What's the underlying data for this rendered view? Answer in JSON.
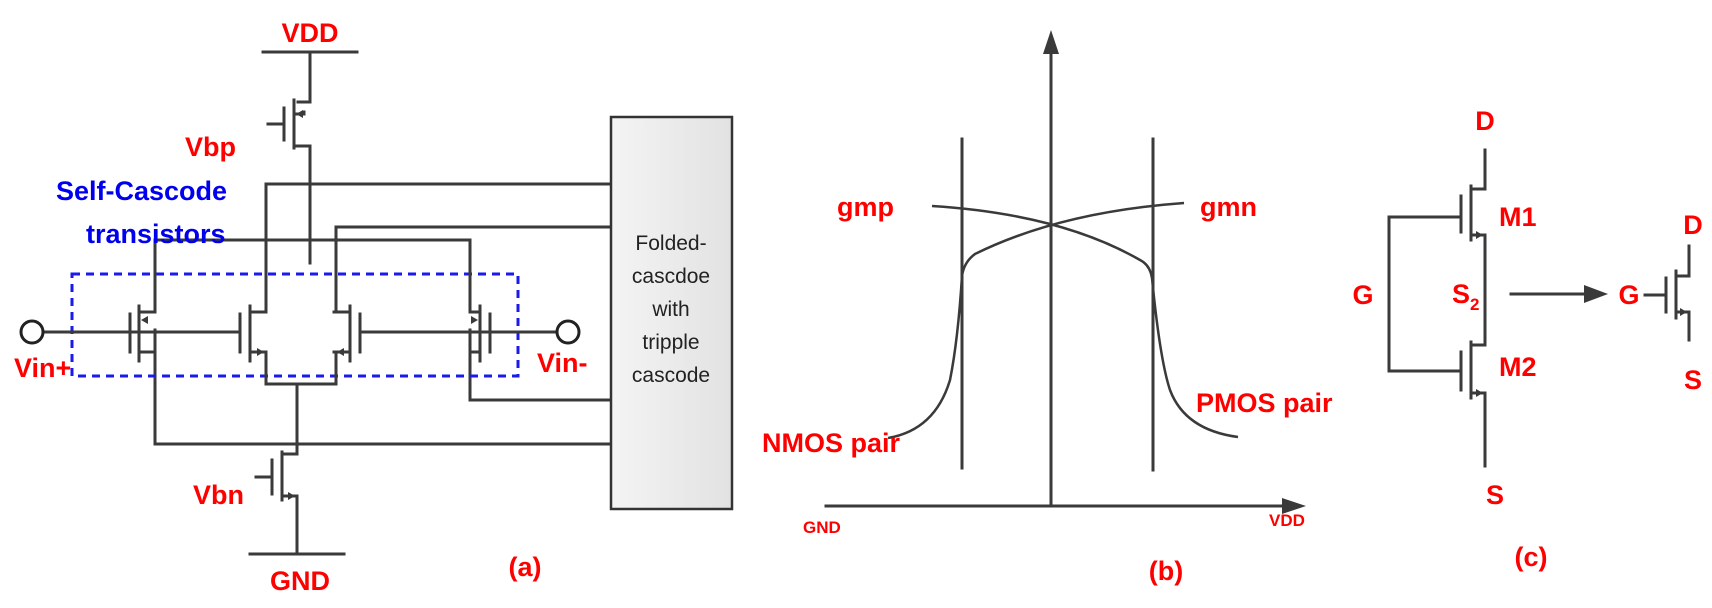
{
  "panel_a": {
    "vdd": "VDD",
    "gnd": "GND",
    "vbp": "Vbp",
    "vbn": "Vbn",
    "self_cascode_line1": "Self-Cascode",
    "self_cascode_line2": "transistors",
    "vin_left": "Vin+",
    "vin_right": "Vin-",
    "block_lines": [
      "Folded-",
      "cascdoe",
      "with",
      "tripple",
      "cascode"
    ],
    "caption": "(a)"
  },
  "panel_b": {
    "gmp": "gmp",
    "gmn": "gmn",
    "nmos_pair": "NMOS pair",
    "pmos_pair": "PMOS pair",
    "axis_gnd": "GND",
    "axis_vdd": "VDD",
    "caption": "(b)"
  },
  "panel_c": {
    "d_top": "D",
    "m1": "M1",
    "g": "G",
    "s2_base": "S",
    "s2_sub": "2",
    "m2": "M2",
    "s_bottom": "S",
    "eq_d": "D",
    "eq_g": "G",
    "eq_s": "S",
    "caption": "(c)"
  },
  "colors": {
    "label": "#ff0000",
    "highlight": "#0000ee",
    "wire": "#3a3a3a",
    "block_fill": "#eeeeee"
  }
}
